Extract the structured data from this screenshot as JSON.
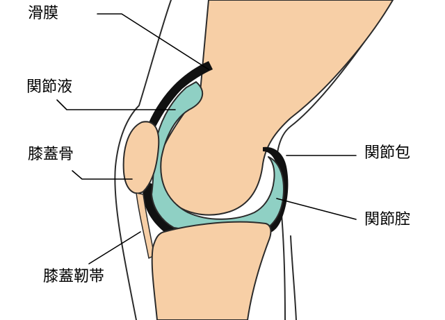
{
  "labels": {
    "synovium": "滑膜",
    "synovial_fluid": "関節液",
    "patella": "膝蓋骨",
    "patellar_ligament": "膝蓋靭帯",
    "joint_capsule": "関節包",
    "joint_cavity": "関節腔"
  },
  "colors": {
    "bone": "#f7cfa6",
    "fluid": "#8fd0c4",
    "capsule": "#111111",
    "outline": "#2b2b2b",
    "leader": "#000000",
    "background": "#ffffff"
  }
}
